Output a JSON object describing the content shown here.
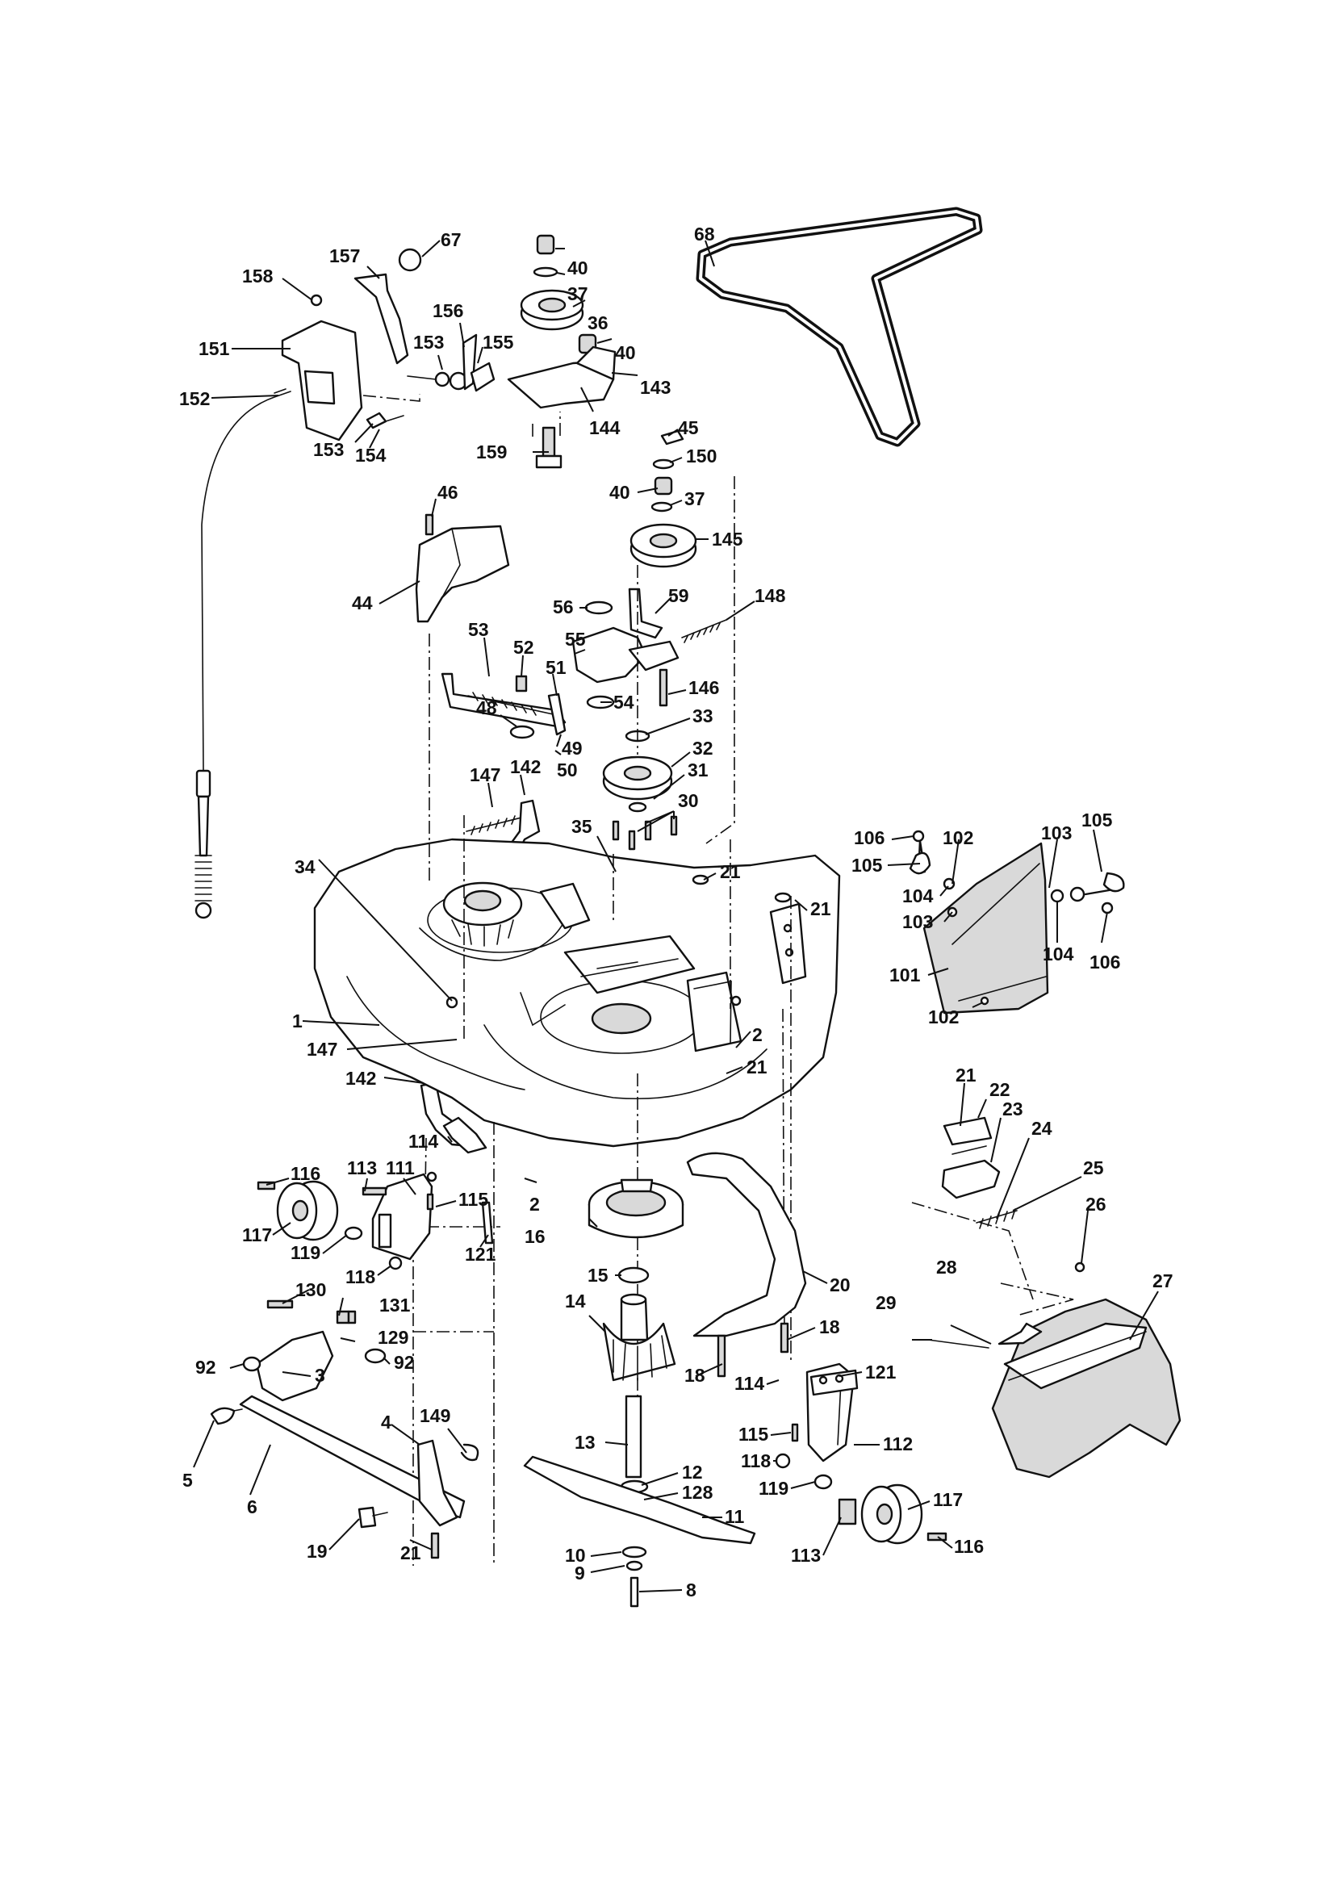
{
  "diagram": {
    "type": "exploded-parts-diagram",
    "callouts": [
      {
        "id": "c40a",
        "label": "40"
      },
      {
        "id": "c37a",
        "label": "37"
      },
      {
        "id": "c36",
        "label": "36"
      },
      {
        "id": "c40b",
        "label": "40"
      },
      {
        "id": "c143",
        "label": "143"
      },
      {
        "id": "c144",
        "label": "144"
      },
      {
        "id": "c159",
        "label": "159"
      },
      {
        "id": "c67",
        "label": "67"
      },
      {
        "id": "c157",
        "label": "157"
      },
      {
        "id": "c158",
        "label": "158"
      },
      {
        "id": "c156",
        "label": "156"
      },
      {
        "id": "c151",
        "label": "151"
      },
      {
        "id": "c153a",
        "label": "153"
      },
      {
        "id": "c155",
        "label": "155"
      },
      {
        "id": "c152",
        "label": "152"
      },
      {
        "id": "c153b",
        "label": "153"
      },
      {
        "id": "c154",
        "label": "154"
      },
      {
        "id": "c68",
        "label": "68"
      },
      {
        "id": "c45",
        "label": "45"
      },
      {
        "id": "c150",
        "label": "150"
      },
      {
        "id": "c40c",
        "label": "40"
      },
      {
        "id": "c37b",
        "label": "37"
      },
      {
        "id": "c145",
        "label": "145"
      },
      {
        "id": "c46",
        "label": "46"
      },
      {
        "id": "c44",
        "label": "44"
      },
      {
        "id": "c56",
        "label": "56"
      },
      {
        "id": "c59",
        "label": "59"
      },
      {
        "id": "c148",
        "label": "148"
      },
      {
        "id": "c53",
        "label": "53"
      },
      {
        "id": "c55",
        "label": "55"
      },
      {
        "id": "c52",
        "label": "52"
      },
      {
        "id": "c51",
        "label": "51"
      },
      {
        "id": "c146",
        "label": "146"
      },
      {
        "id": "c54",
        "label": "54"
      },
      {
        "id": "c48",
        "label": "48"
      },
      {
        "id": "c33",
        "label": "33"
      },
      {
        "id": "c32",
        "label": "32"
      },
      {
        "id": "c49",
        "label": "49"
      },
      {
        "id": "c50",
        "label": "50"
      },
      {
        "id": "c31",
        "label": "31"
      },
      {
        "id": "c147a",
        "label": "147"
      },
      {
        "id": "c142a",
        "label": "142"
      },
      {
        "id": "c30",
        "label": "30"
      },
      {
        "id": "c35",
        "label": "35"
      },
      {
        "id": "c34",
        "label": "34"
      },
      {
        "id": "c21a",
        "label": "21"
      },
      {
        "id": "c21b",
        "label": "21"
      },
      {
        "id": "c106a",
        "label": "106"
      },
      {
        "id": "c102a",
        "label": "102"
      },
      {
        "id": "c103a",
        "label": "103"
      },
      {
        "id": "c105a",
        "label": "105"
      },
      {
        "id": "c105b",
        "label": "105"
      },
      {
        "id": "c104a",
        "label": "104"
      },
      {
        "id": "c103b",
        "label": "103"
      },
      {
        "id": "c104b",
        "label": "104"
      },
      {
        "id": "c106b",
        "label": "106"
      },
      {
        "id": "c101",
        "label": "101"
      },
      {
        "id": "c102b",
        "label": "102"
      },
      {
        "id": "c1",
        "label": "1"
      },
      {
        "id": "c147b",
        "label": "147"
      },
      {
        "id": "c2a",
        "label": "2"
      },
      {
        "id": "c21c",
        "label": "21"
      },
      {
        "id": "c142b",
        "label": "142"
      },
      {
        "id": "c114a",
        "label": "114"
      },
      {
        "id": "c21d",
        "label": "21"
      },
      {
        "id": "c22",
        "label": "22"
      },
      {
        "id": "c23",
        "label": "23"
      },
      {
        "id": "c24",
        "label": "24"
      },
      {
        "id": "c25",
        "label": "25"
      },
      {
        "id": "c26",
        "label": "26"
      },
      {
        "id": "c116a",
        "label": "116"
      },
      {
        "id": "c113a",
        "label": "113"
      },
      {
        "id": "c111",
        "label": "111"
      },
      {
        "id": "c115a",
        "label": "115"
      },
      {
        "id": "c2b",
        "label": "2"
      },
      {
        "id": "c16",
        "label": "16"
      },
      {
        "id": "c117a",
        "label": "117"
      },
      {
        "id": "c119a",
        "label": "119"
      },
      {
        "id": "c121a",
        "label": "121"
      },
      {
        "id": "c118a",
        "label": "118"
      },
      {
        "id": "c15",
        "label": "15"
      },
      {
        "id": "c20",
        "label": "20"
      },
      {
        "id": "c28",
        "label": "28"
      },
      {
        "id": "c27",
        "label": "27"
      },
      {
        "id": "c29",
        "label": "29"
      },
      {
        "id": "c130",
        "label": "130"
      },
      {
        "id": "c131",
        "label": "131"
      },
      {
        "id": "c14",
        "label": "14"
      },
      {
        "id": "c18a",
        "label": "18"
      },
      {
        "id": "c129",
        "label": "129"
      },
      {
        "id": "c92a",
        "label": "92"
      },
      {
        "id": "c92b",
        "label": "92"
      },
      {
        "id": "c3",
        "label": "3"
      },
      {
        "id": "c18b",
        "label": "18"
      },
      {
        "id": "c114b",
        "label": "114"
      },
      {
        "id": "c121b",
        "label": "121"
      },
      {
        "id": "c4",
        "label": "4"
      },
      {
        "id": "c149",
        "label": "149"
      },
      {
        "id": "c13",
        "label": "13"
      },
      {
        "id": "c112",
        "label": "112"
      },
      {
        "id": "c5",
        "label": "5"
      },
      {
        "id": "c6",
        "label": "6"
      },
      {
        "id": "c12",
        "label": "12"
      },
      {
        "id": "c128",
        "label": "128"
      },
      {
        "id": "c115b",
        "label": "115"
      },
      {
        "id": "c118b",
        "label": "118"
      },
      {
        "id": "c11",
        "label": "11"
      },
      {
        "id": "c119b",
        "label": "119"
      },
      {
        "id": "c117b",
        "label": "117"
      },
      {
        "id": "c19",
        "label": "19"
      },
      {
        "id": "c21e",
        "label": "21"
      },
      {
        "id": "c10",
        "label": "10"
      },
      {
        "id": "c113b",
        "label": "113"
      },
      {
        "id": "c116b",
        "label": "116"
      },
      {
        "id": "c9",
        "label": "9"
      },
      {
        "id": "c8",
        "label": "8"
      }
    ]
  }
}
